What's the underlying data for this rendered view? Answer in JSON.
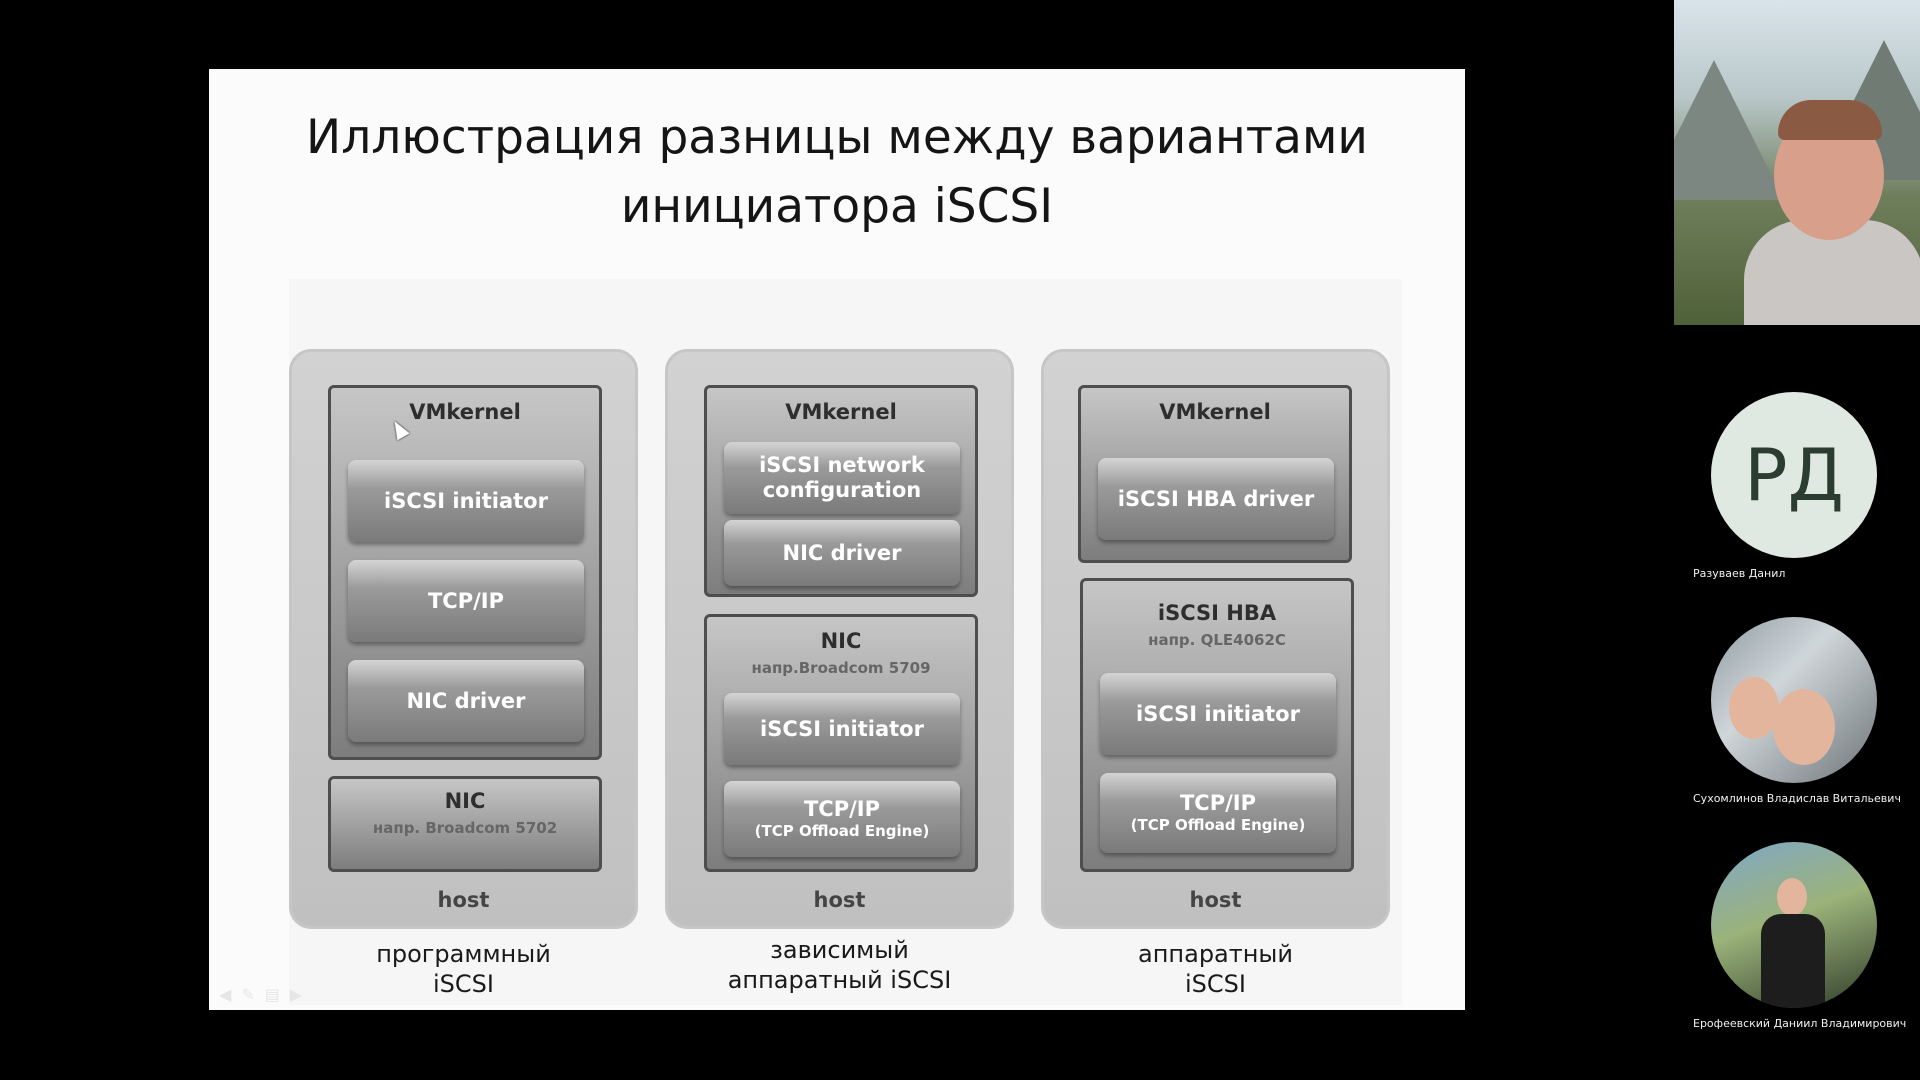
{
  "slide": {
    "title_line1": "Иллюстрация разницы между вариантами",
    "title_line2": "инициатора iSCSI",
    "columns": [
      {
        "caption_line1": "программный",
        "caption_line2": "iSCSI",
        "host_label": "host",
        "vmkernel": {
          "title": "VMkernel",
          "chips": [
            "iSCSI initiator",
            "TCP/IP",
            "NIC driver"
          ]
        },
        "nic": {
          "title": "NIC",
          "subtitle": "напр. Broadcom 5702"
        }
      },
      {
        "caption_line1": "зависимый",
        "caption_line2": "аппаратный iSCSI",
        "host_label": "host",
        "vmkernel": {
          "title": "VMkernel",
          "chip1_line1": "iSCSI network",
          "chip1_line2": "configuration",
          "chip2": "NIC driver"
        },
        "nic": {
          "title": "NIC",
          "subtitle": "напр.Broadcom 5709",
          "chip1": "iSCSI initiator",
          "chip2_line1": "TCP/IP",
          "chip2_line2": "(TCP Offload Engine)"
        }
      },
      {
        "caption_line1": "аппаратный",
        "caption_line2": "iSCSI",
        "host_label": "host",
        "vmkernel": {
          "title": "VMkernel",
          "chip1": "iSCSI HBA driver"
        },
        "hba": {
          "title": "iSCSI HBA",
          "subtitle": "напр. QLE4062C",
          "chip1": "iSCSI initiator",
          "chip2_line1": "TCP/IP",
          "chip2_line2": "(TCP Offload Engine)"
        }
      }
    ]
  },
  "participants": [
    {
      "initials": "РД",
      "name": "Разуваев Данил",
      "color": "#dfe9e2"
    },
    {
      "name": "Сухомлинов Владислав Витальевич"
    },
    {
      "name": "Ерофеевский Даниил Владимирович"
    }
  ]
}
